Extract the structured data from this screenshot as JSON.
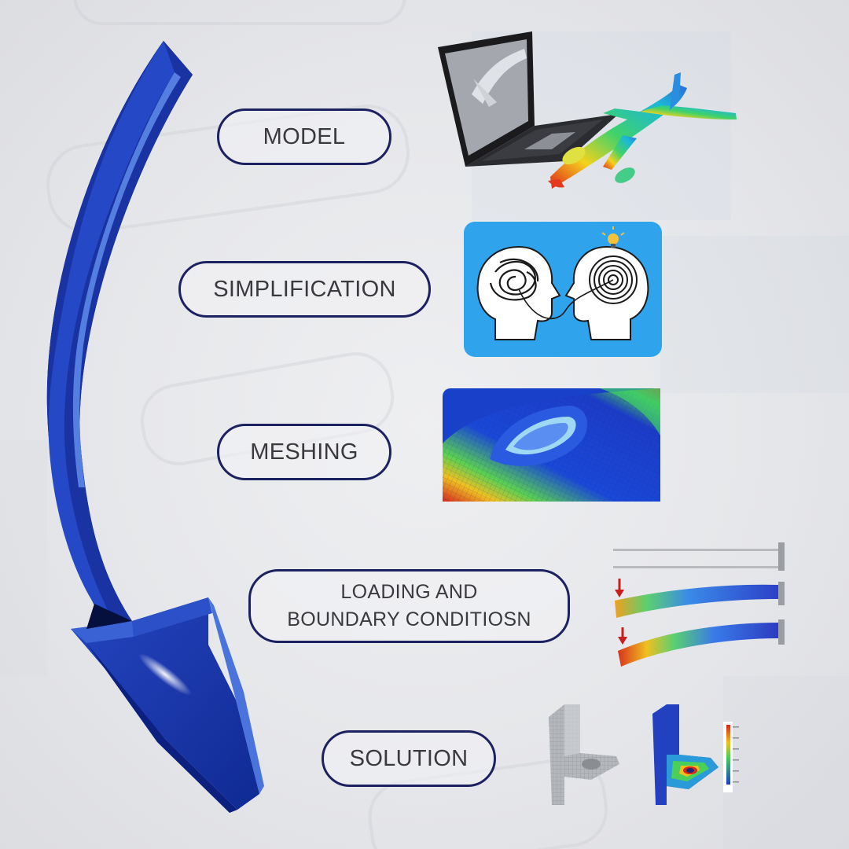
{
  "steps": [
    {
      "id": "model",
      "label": "MODEL"
    },
    {
      "id": "simplification",
      "label": "SIMPLIFICATION"
    },
    {
      "id": "meshing",
      "label": "MESHING"
    },
    {
      "id": "loading",
      "label_line1": "LOADING AND",
      "label_line2": "BOUNDARY CONDITIOSN"
    },
    {
      "id": "solution",
      "label": "SOLUTION"
    }
  ],
  "colors": {
    "arrow_dark": "#0d1f7a",
    "arrow_main": "#1e3fb0",
    "arrow_edge": "#4f7ee0",
    "pill_border": "#1c2260",
    "simplification_bg": "#2fa3ec",
    "label_text": "#3a3a3e"
  },
  "icons": {
    "model": "laptop-with-airplane-and-stress-contour-airplane",
    "simplification": "two-heads-tangled-to-spiral-with-lightbulb",
    "meshing": "fem-contour-surface-mesh",
    "loading": "cantilever-beam-deflection",
    "solution": "l-bracket-mesh-and-stress-result"
  }
}
